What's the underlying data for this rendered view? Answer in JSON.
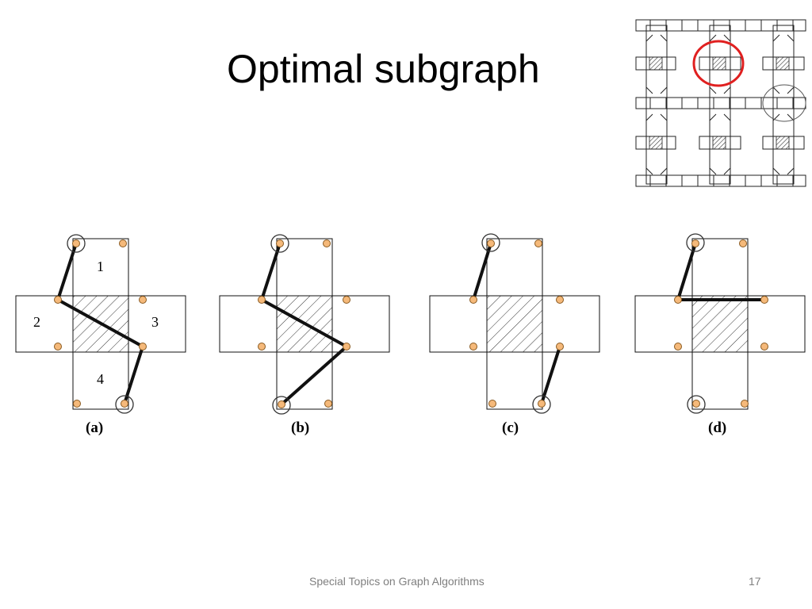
{
  "slide": {
    "title": "Optimal subgraph",
    "footer": "Special Topics on Graph Algorithms",
    "page_number": "17"
  },
  "colors": {
    "pin": "#f5b97a",
    "pin_stroke": "#8a5a20",
    "highlight": "#e02020",
    "line": "#111111"
  },
  "panels": [
    {
      "label": "(a)",
      "regions": [
        "1",
        "2",
        "3",
        "4"
      ]
    },
    {
      "label": "(b)"
    },
    {
      "label": "(c)"
    },
    {
      "label": "(d)"
    }
  ]
}
